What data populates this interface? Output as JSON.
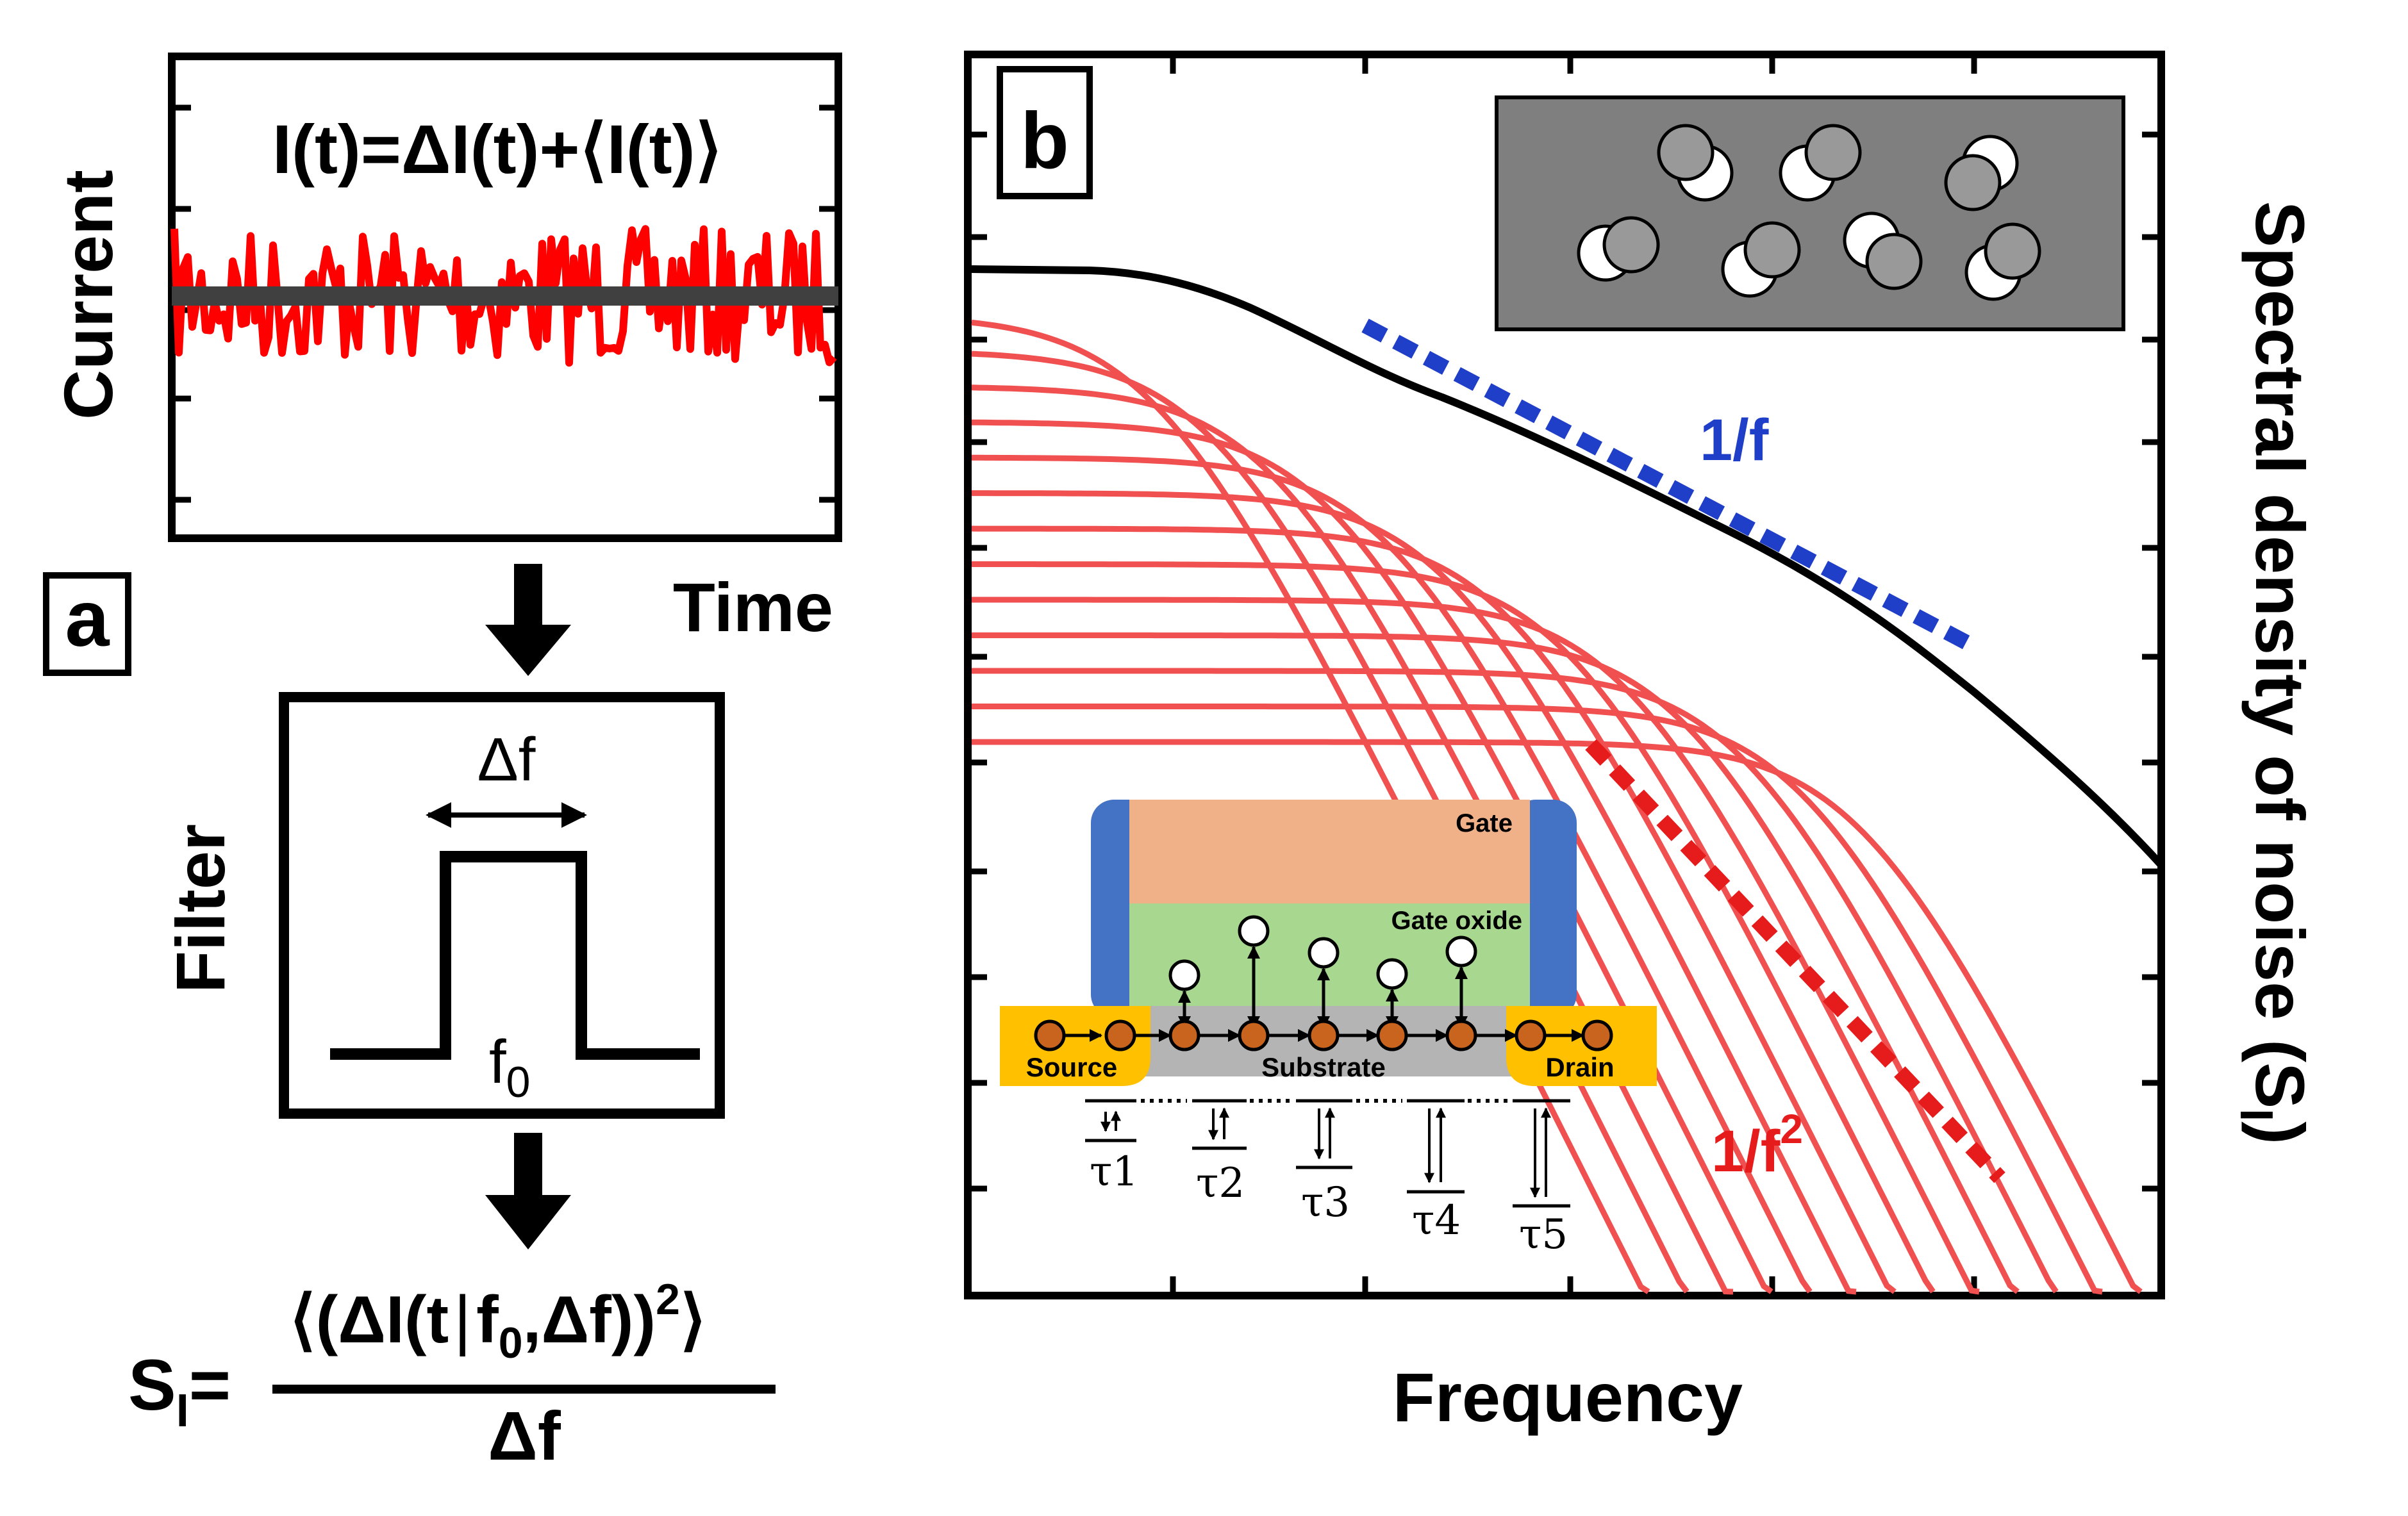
{
  "panel_a": {
    "label": "a",
    "top_plot": {
      "equation": "I(t)=ΔI(t)+⟨I(t)⟩",
      "ylabel": "Current",
      "xlabel": "Time"
    },
    "filter": {
      "label": "Filter",
      "bandwidth": "Δf",
      "center_freq": "f",
      "center_sub": "0"
    },
    "result": {
      "lhs": "S",
      "lhs_sub": "I",
      "equals": "=",
      "numerator_open": "⟨(ΔI(t",
      "numerator_bar": "|",
      "numerator_f": "f",
      "numerator_f_sub": "0",
      "numerator_rest": ",Δf))",
      "numerator_exp": "2",
      "numerator_close": "⟩",
      "denominator": "Δf"
    }
  },
  "panel_b": {
    "label": "b",
    "xlabel": "Frequency",
    "ylabel": "Spectral density of noise (S",
    "ylabel_sub": "I",
    "ylabel_close": ")",
    "slope_1f": "1/f",
    "slope_1f2": "1/f",
    "slope_1f2_exp": "2",
    "device": {
      "gate": "Gate",
      "gate_oxide": "Gate oxide",
      "source": "Source",
      "substrate": "Substrate",
      "drain": "Drain",
      "taus": [
        "τ1",
        "τ2",
        "τ3",
        "τ4",
        "τ5"
      ]
    }
  },
  "colors": {
    "red_noise": "#ff0000",
    "red_curves": "#f05050",
    "blue_dash": "#1f3fc8",
    "red_dash": "#e61c1c",
    "inset_gray": "#7f7f7f",
    "gate": "#f0b088",
    "oxide": "#a8d890",
    "source_drain": "#ffc000",
    "spacer": "#4472c4",
    "substrate": "#b4b4b4",
    "electron": "#c8641e"
  }
}
